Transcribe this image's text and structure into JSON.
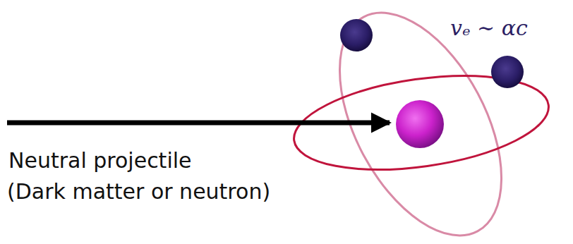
{
  "diagram": {
    "labels": [
      "vₑ ∼ αc",
      "Neutral projectile",
      "(Dark matter or neutron)"
    ]
  }
}
